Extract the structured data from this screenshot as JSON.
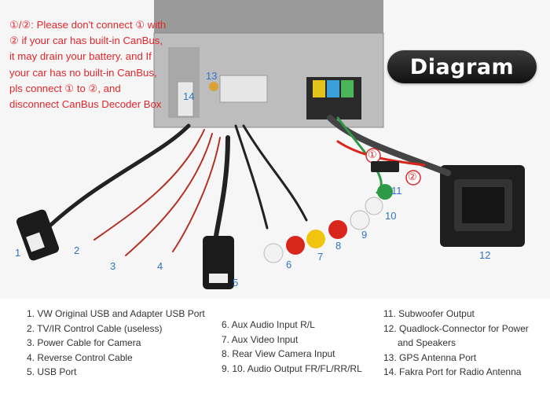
{
  "title": "Diagram",
  "warning_text": "①/②: Please don't connect ① with ② if your car has built-in CanBus, it may drain your battery. and If your car has no built-in CanBus, pls connect ① to ②, and disconnect CanBus Decoder Box",
  "callouts": {
    "c1": "1",
    "c2": "2",
    "c3": "3",
    "c4": "4",
    "c5": "5",
    "c6": "6",
    "c7": "7",
    "c8": "8",
    "c9": "9",
    "c10": "10",
    "c11": "11",
    "c12": "12",
    "c13": "13",
    "c14": "14",
    "circle1": "①",
    "circle2": "②"
  },
  "legend": {
    "column1": [
      "1. VW Original USB and Adapter USB Port",
      "2. TV/IR Control Cable (useless)",
      "3. Power Cable for Camera",
      "4. Reverse Control Cable",
      "5. USB Port"
    ],
    "column2": [
      "6. Aux Audio Input R/L",
      "7. Aux Video Input",
      "8. Rear View Camera Input",
      "9. 10. Audio Output FR/FL/RR/RL"
    ],
    "column3": [
      "11. Subwoofer Output",
      "12. Quadlock-Connector for Power",
      "and Speakers",
      "13. GPS Antenna Port",
      "14. Fakra Port for Radio Antenna"
    ]
  },
  "colors": {
    "warning": "#e3262b",
    "callout": "#2f73c9",
    "pill_bg": "#1c1c1c",
    "rca_red": "#d8261d",
    "rca_white": "#f2f2f2",
    "rca_yellow": "#f1c40f",
    "rca_green": "#2e9a48"
  }
}
